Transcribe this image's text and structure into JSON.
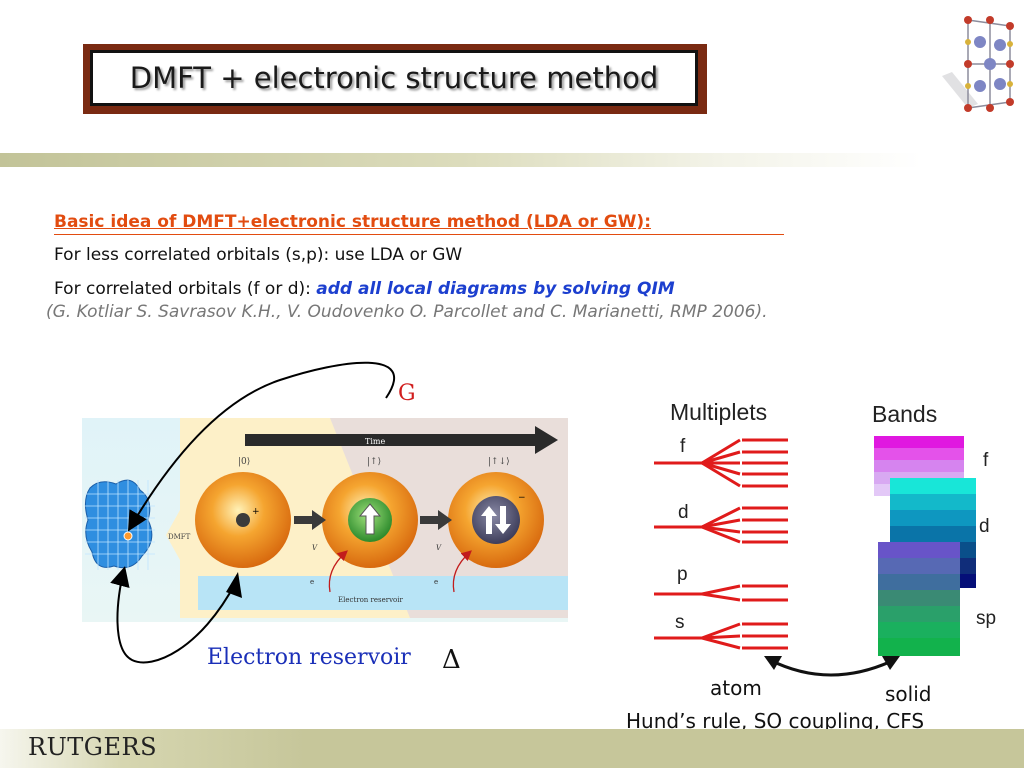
{
  "slide": {
    "title": "DMFT + electronic structure method",
    "heading": "Basic idea of DMFT+electronic structure method (LDA or GW):",
    "line1": "For less correlated orbitals (s,p): use LDA or GW",
    "line2_prefix": "For correlated orbitals (f or d): ",
    "line2_highlight": "add all local diagrams by solving QIM",
    "citation": "(G. Kotliar S. Savrasov K.H., V. Oudovenko O. Parcollet and C. Marianetti, RMP 2006)."
  },
  "diagram": {
    "G_label": "G",
    "delta_label": "Δ",
    "electron_reservoir_label": "Electron reservoir",
    "time_label": "Time",
    "dmft_label": "DMFT",
    "state_labels": [
      "|0⟩",
      "|↑⟩",
      "|↑↓⟩"
    ],
    "reservoir_inner_label": "Electron reservoir",
    "v_label": "V",
    "e_label": "e"
  },
  "levels": {
    "multiplets_title": "Multiplets",
    "bands_title": "Bands",
    "orbital_labels": [
      "f",
      "d",
      "p",
      "s"
    ],
    "band_labels": [
      "f",
      "d",
      "sp"
    ],
    "atom_label": "atom",
    "solid_label": "solid",
    "caption": "Hund’s rule, SO coupling, CFS"
  },
  "footer": {
    "logo_text": "RUTGERS"
  }
}
